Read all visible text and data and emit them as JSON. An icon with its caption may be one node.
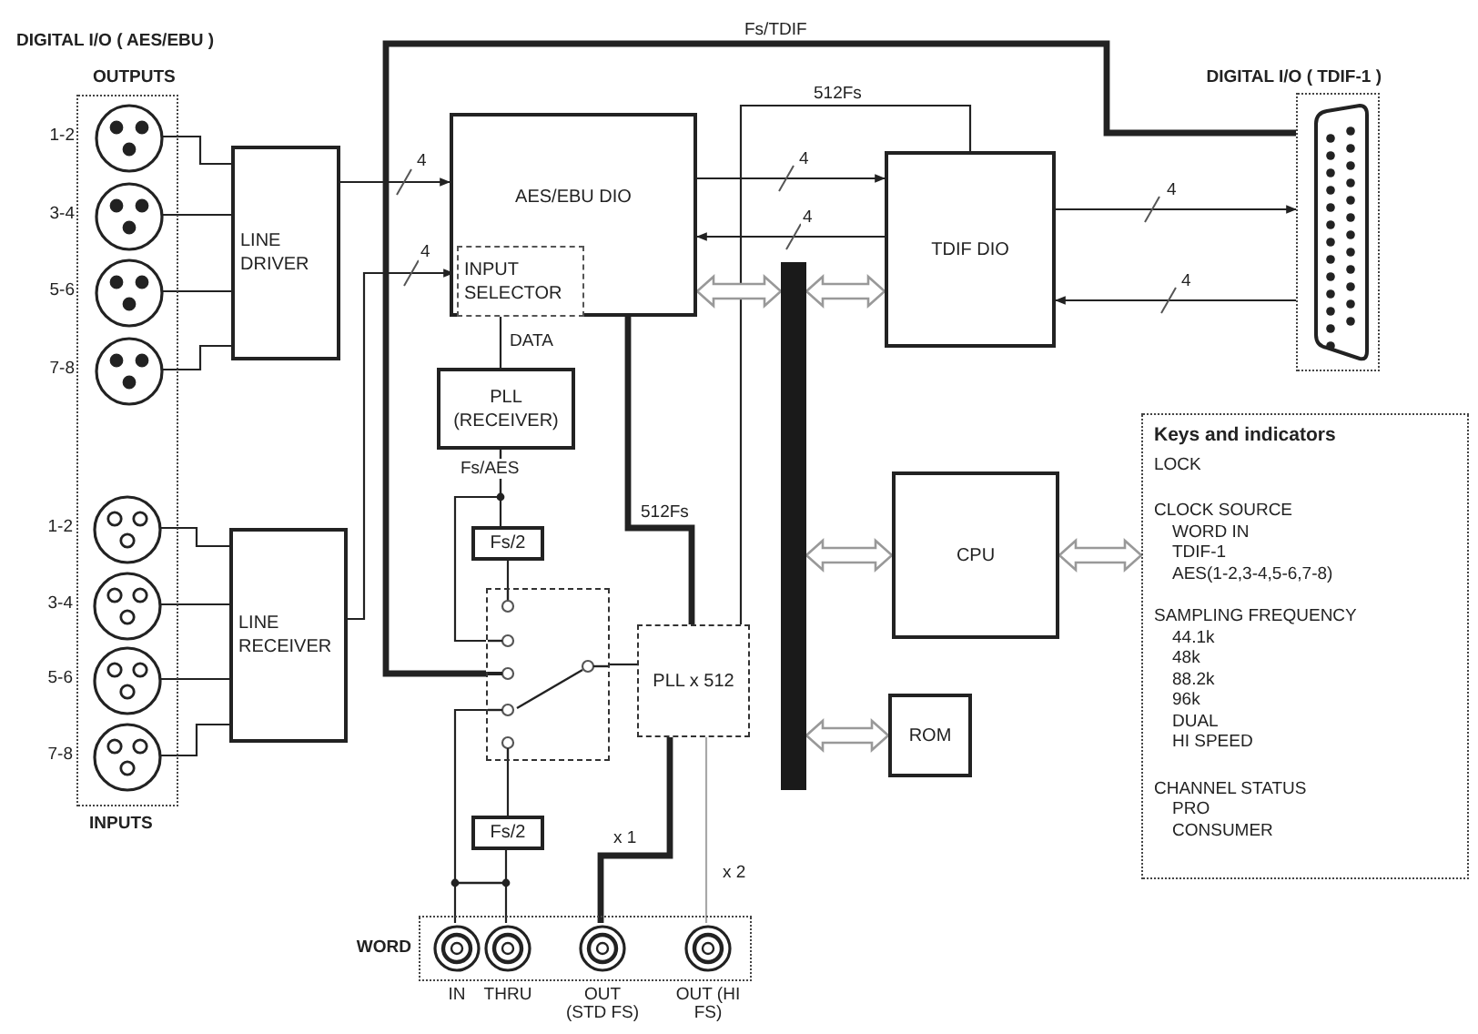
{
  "diagram": {
    "nodes": [
      {
        "text": [
          "DIGITAL I/O ( AES/EBU )",
          "OUTPUTS",
          "INPUTS"
        ]
      },
      {
        "text": [],
        "shape": "circle",
        "in": 0,
        "beside": [
          "1-2"
        ]
      },
      {
        "text": [],
        "shape": "circle",
        "in": 0,
        "beside": [
          "3-4"
        ]
      },
      {
        "text": [],
        "shape": "circle",
        "in": 0,
        "beside": [
          "5-6"
        ]
      },
      {
        "text": [],
        "shape": "circle",
        "in": 0,
        "beside": [
          "7-8"
        ]
      },
      {
        "text": [],
        "shape": "circle",
        "in": 0,
        "beside": [
          "1-2"
        ]
      },
      {
        "text": [],
        "shape": "circle",
        "in": 0,
        "beside": [
          "3-4"
        ]
      },
      {
        "text": [],
        "shape": "circle",
        "in": 0,
        "beside": [
          "5-6"
        ]
      },
      {
        "text": [],
        "shape": "circle",
        "in": 0,
        "beside": [
          "7-8"
        ]
      },
      {
        "text": [
          "LINE DRIVER"
        ]
      },
      {
        "text": [
          "LINE RECEIVER"
        ]
      },
      {
        "text": [
          "AES/EBU DIO"
        ]
      },
      {
        "text": [
          "INPUT SELECTOR"
        ],
        "in": 11
      },
      {
        "text": [
          "PLL (RECEIVER)"
        ]
      },
      {
        "text": [
          "Fs/2"
        ]
      },
      {
        "text": [],
        "shape": "box"
      },
      {
        "text": [
          "Fs/2"
        ]
      },
      {
        "text": [
          "PLL x 512"
        ]
      },
      {
        "text": [
          "TDIF DIO"
        ]
      },
      {
        "text": [],
        "shape": "bar"
      },
      {
        "text": [
          "CPU"
        ]
      },
      {
        "text": [
          "ROM"
        ]
      },
      {
        "text": [
          "DIGITAL I/O ( TDIF-1 )"
        ]
      },
      {
        "text": [
          "Keys and indicators",
          "LOCK",
          "CLOCK SOURCE",
          "WORD IN",
          "TDIF-1",
          "AES(1-2,3-4,5-6,7-8)",
          "SAMPLING FREQUENCY",
          "44.1k",
          "48k",
          "88.2k",
          "96k",
          "DUAL",
          "HI SPEED",
          "CHANNEL STATUS",
          "PRO",
          "CONSUMER"
        ]
      },
      {
        "text": [
          "WORD"
        ]
      },
      {
        "text": [],
        "shape": "circle",
        "in": 24,
        "beside": [
          "IN"
        ]
      },
      {
        "text": [],
        "shape": "circle",
        "in": 24,
        "beside": [
          "THRU"
        ]
      },
      {
        "text": [],
        "shape": "circle",
        "in": 24,
        "beside": [
          "OUT (STD FS)"
        ]
      },
      {
        "text": [],
        "shape": "circle",
        "in": 24,
        "beside": [
          "OUT (HI FS)"
        ]
      }
    ],
    "edges": [
      {
        "from": 9,
        "to": 1,
        "arrow": "none"
      },
      {
        "from": 9,
        "to": 2,
        "arrow": "none"
      },
      {
        "from": 9,
        "to": 3,
        "arrow": "none"
      },
      {
        "from": 9,
        "to": 4,
        "arrow": "none"
      },
      {
        "from": 5,
        "to": 10,
        "arrow": "none"
      },
      {
        "from": 6,
        "to": 10,
        "arrow": "none"
      },
      {
        "from": 7,
        "to": 10,
        "arrow": "none"
      },
      {
        "from": 8,
        "to": 10,
        "arrow": "none"
      },
      {
        "from": 9,
        "to": 11,
        "arrow": "to",
        "label": "4"
      },
      {
        "from": 10,
        "to": 12,
        "arrow": "to",
        "label": "4"
      },
      {
        "from": 11,
        "to": 18,
        "arrow": "to",
        "label": "4"
      },
      {
        "from": 18,
        "to": 11,
        "arrow": "to",
        "label": "4"
      },
      {
        "from": 18,
        "to": 22,
        "arrow": "to",
        "label": "4"
      },
      {
        "from": 22,
        "to": 18,
        "arrow": "to",
        "label": "4"
      },
      {
        "from": 22,
        "to": 15,
        "arrow": "none",
        "label": "Fs/TDIF",
        "style": "thick"
      },
      {
        "from": 12,
        "to": 13,
        "arrow": "none",
        "label": "DATA"
      },
      {
        "from": 13,
        "to": 14,
        "arrow": "none",
        "label": "Fs/AES"
      },
      {
        "from": 13,
        "to": 15,
        "arrow": "none"
      },
      {
        "from": 14,
        "to": 15,
        "arrow": "none"
      },
      {
        "from": 15,
        "to": 17,
        "arrow": "none"
      },
      {
        "from": 11,
        "to": 17,
        "arrow": "none",
        "label": "512Fs",
        "style": "thick"
      },
      {
        "from": 17,
        "to": 18,
        "arrow": "none",
        "label": "512Fs"
      },
      {
        "from": 15,
        "to": 16,
        "arrow": "none"
      },
      {
        "from": 15,
        "to": 25,
        "arrow": "none"
      },
      {
        "from": 16,
        "to": 26,
        "arrow": "none"
      },
      {
        "from": 17,
        "to": 27,
        "arrow": "none",
        "label": "x 1",
        "style": "thick"
      },
      {
        "from": 17,
        "to": 28,
        "arrow": "none",
        "label": "x 2",
        "color": "#a8a8a8"
      },
      {
        "from": 19,
        "to": 11,
        "arrow": "both",
        "style": "thick",
        "color": "#999999"
      },
      {
        "from": 19,
        "to": 18,
        "arrow": "both",
        "style": "thick",
        "color": "#999999"
      },
      {
        "from": 19,
        "to": 20,
        "arrow": "both",
        "style": "thick",
        "color": "#999999"
      },
      {
        "from": 19,
        "to": 21,
        "arrow": "both",
        "style": "thick",
        "color": "#999999"
      },
      {
        "from": 20,
        "to": 23,
        "arrow": "both",
        "style": "thick",
        "color": "#999999"
      }
    ]
  }
}
